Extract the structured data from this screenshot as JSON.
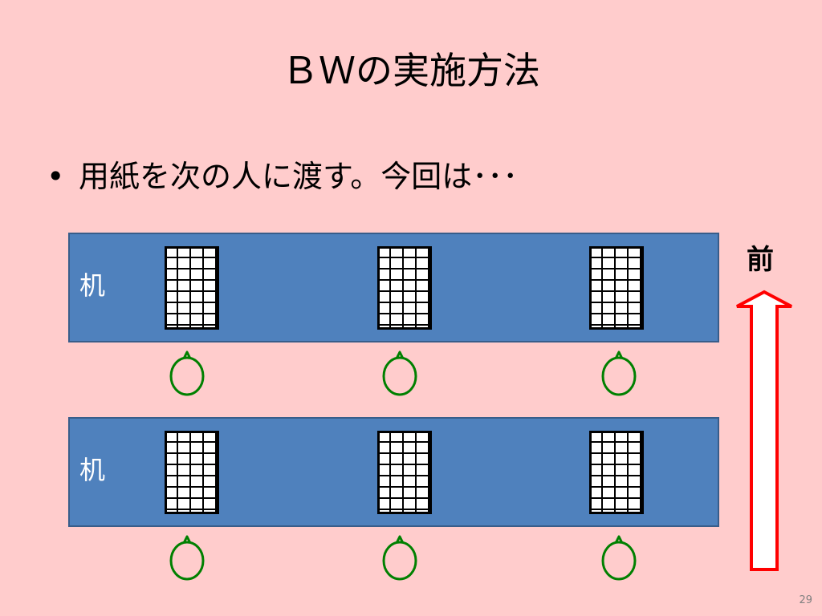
{
  "title": "ＢＷの実施方法",
  "bullet": {
    "dot": "•",
    "text": "用紙を次の人に渡す。今回は･･･"
  },
  "desks": [
    {
      "label": "机"
    },
    {
      "label": "机"
    }
  ],
  "front_label": "前",
  "page_number": "29",
  "colors": {
    "background": "#ffcccc",
    "desk_fill": "#4f81bd",
    "desk_border": "#385d8a",
    "person_outline": "#008000",
    "arrow_outline": "#ff0000"
  }
}
